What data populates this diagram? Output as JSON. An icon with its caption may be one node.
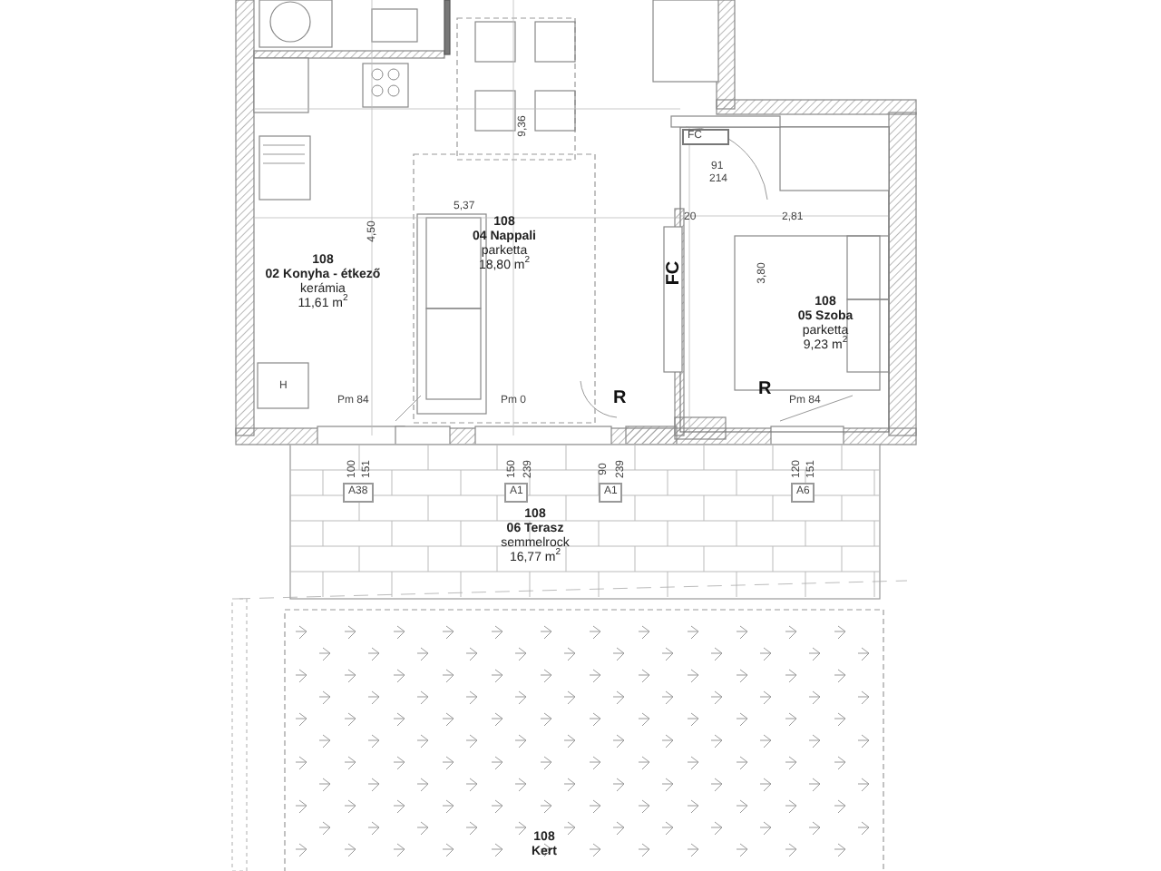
{
  "diagram": {
    "nodes": [
      {
        "text": [
          "108",
          "02 Konyha - étkező",
          "kerámia",
          "11,61 m$^{2}$"
        ]
      },
      {
        "text": [
          "108",
          "04 Nappali",
          "parketta",
          "18,80 m$^{2}$"
        ]
      },
      {
        "text": [
          "108",
          "05 Szoba",
          "parketta",
          "9,23 m$^{2}$"
        ]
      },
      {
        "text": [
          "108",
          "06 Terasz",
          "semmelrock",
          "16,77 m$^{2}$"
        ]
      },
      {
        "text": [
          "108",
          "Kert"
        ]
      }
    ],
    "labels": [
      "FC",
      "FC",
      "R",
      "R",
      "Pm 84",
      "Pm 0",
      "Pm 84",
      "H",
      "A38",
      "A1",
      "A1",
      "A6",
      "5,37",
      "4,50",
      "9,36",
      "91",
      "214",
      "20",
      "2,81",
      "3,80",
      "100",
      "151",
      "150",
      "239",
      "90",
      "239",
      "120",
      "151"
    ]
  }
}
